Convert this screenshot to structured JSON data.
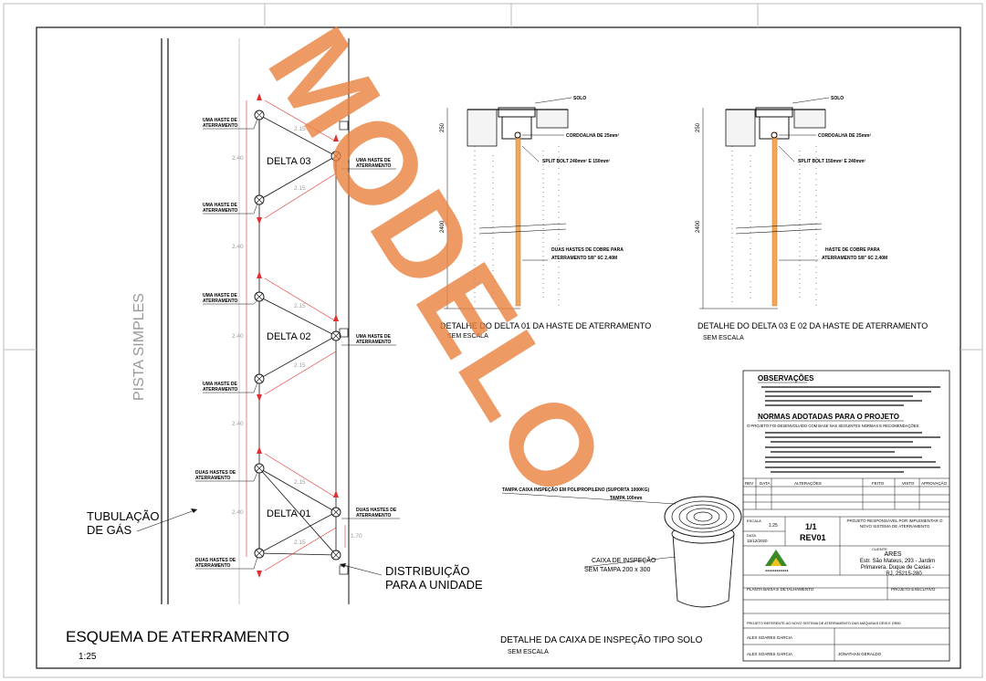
{
  "plan": {
    "title": "ESQUEMA DE ATERRAMENTO",
    "scale": "1:25",
    "road_label": "PISTA SIMPLES",
    "gas_label_1": "TUBULAÇÃO",
    "gas_label_2": "DE GÁS",
    "dist_label_1": "DISTRIBUIÇÃO",
    "dist_label_2": "PARA A UNIDADE",
    "delta_03": "DELTA 03",
    "delta_02": "DELTA 02",
    "delta_01": "DELTA 01",
    "rod_label_uma_1": "UMA HASTE DE",
    "rod_label_duas_1": "DUAS HASTES DE",
    "rod_label_2": "ATERRAMENTO",
    "dim_240": "2.40",
    "dim_215": "2.15",
    "dim_170": "1.70"
  },
  "detail1": {
    "solo": "SOLO",
    "cordoalha": "CORDOALHA DE 25mm²",
    "split_bolt": "SPLIT BOLT 240mm² E 150mm²",
    "hastes_1": "DUAS HASTES DE COBRE PARA",
    "hastes_2": "ATERRAMENTO 5/8\" 6C 2,40M",
    "dim_top": "250",
    "dim_len": "2400",
    "caption": "DETALHE DO DELTA 01 DA HASTE DE ATERRAMENTO",
    "sub": "SEM      ESCALA"
  },
  "detail2": {
    "solo": "SOLO",
    "cordoalha": "CORDOALHA DE 25mm²",
    "split_bolt": "SPLIT BOLT 150mm² E 240mm²",
    "hastes_1": "HASTE DE COBRE PARA",
    "hastes_2": "ATERRAMENTO 5/8\" 6C 2,40M",
    "dim_top": "250",
    "dim_len": "2400",
    "caption": "DETALHE DO DELTA 03 E 02 DA HASTE DE ATERRAMENTO",
    "sub": "SEM      ESCALA"
  },
  "box": {
    "tampa": "TAMPA CAIXA INSPEÇÃO EM POLIPROPILENO (SUPORTA 1000KG)",
    "tampa_2": "TAMPA 100mm",
    "caixa_1": "CAIXA DE INSPEÇÃO",
    "caixa_2": "SEM TAMPA 200 x 300",
    "caption": "DETALHE DA CAIXA DE INSPEÇÃO TIPO SOLO",
    "sub": "SEM      ESCALA"
  },
  "notes": {
    "obs_title": "OBSERVAÇÕES",
    "normas_title": "NORMAS ADOTADAS PARA O PROJETO",
    "normas_intro": "O PROJETO FOI DESENVOLVIDO COM BASE NAS SEGUINTES NORMAS E RECOMENDAÇÕES:"
  },
  "titleblock": {
    "h_rev": "REV",
    "h_data": "DATA",
    "h_alt": "ALTERAÇÕES",
    "h_feito": "FEITO",
    "h_visto": "VISTO",
    "h_aprov": "APROVAÇÃO",
    "escala_label": "ESCALA",
    "escala": "1:25",
    "folha": "1/1",
    "rev": "REV01",
    "data_label": "DATA",
    "data": "15/12/2020",
    "resp": "PROJETO RESPONSÁVEL POR IMPLEMENTAR O NOVO SISTEMA DE ATERRAMENTO",
    "cliente_label": "CLIENTE",
    "client_name": "ARES",
    "client_addr_1": "Estr. São Mateus, 293 - Jardim",
    "client_addr_2": "Primavera, Duque de Caxias -",
    "client_addr_3": "RJ, 25215-280",
    "tipo": "PLANTA BAIXA E DETALHAMENTO",
    "fase": "PROJETO EXECUTIVO",
    "detalhe": "PROJETO REFERENTE AO NOVO SISTEMA DE ATERRAMENTO DAS MÁQUINAS DRIS E DR80",
    "elab": "ALEX SOARES GARCIA",
    "desenho": "ALEX SOARES GARCIA",
    "visto": "JONATHAN GERALDO"
  },
  "watermark": "MODELO",
  "colors": {
    "watermark": "#e8813e",
    "rod": "#f2a65a",
    "dim": "#e03030",
    "green": "#3a8a2a"
  }
}
